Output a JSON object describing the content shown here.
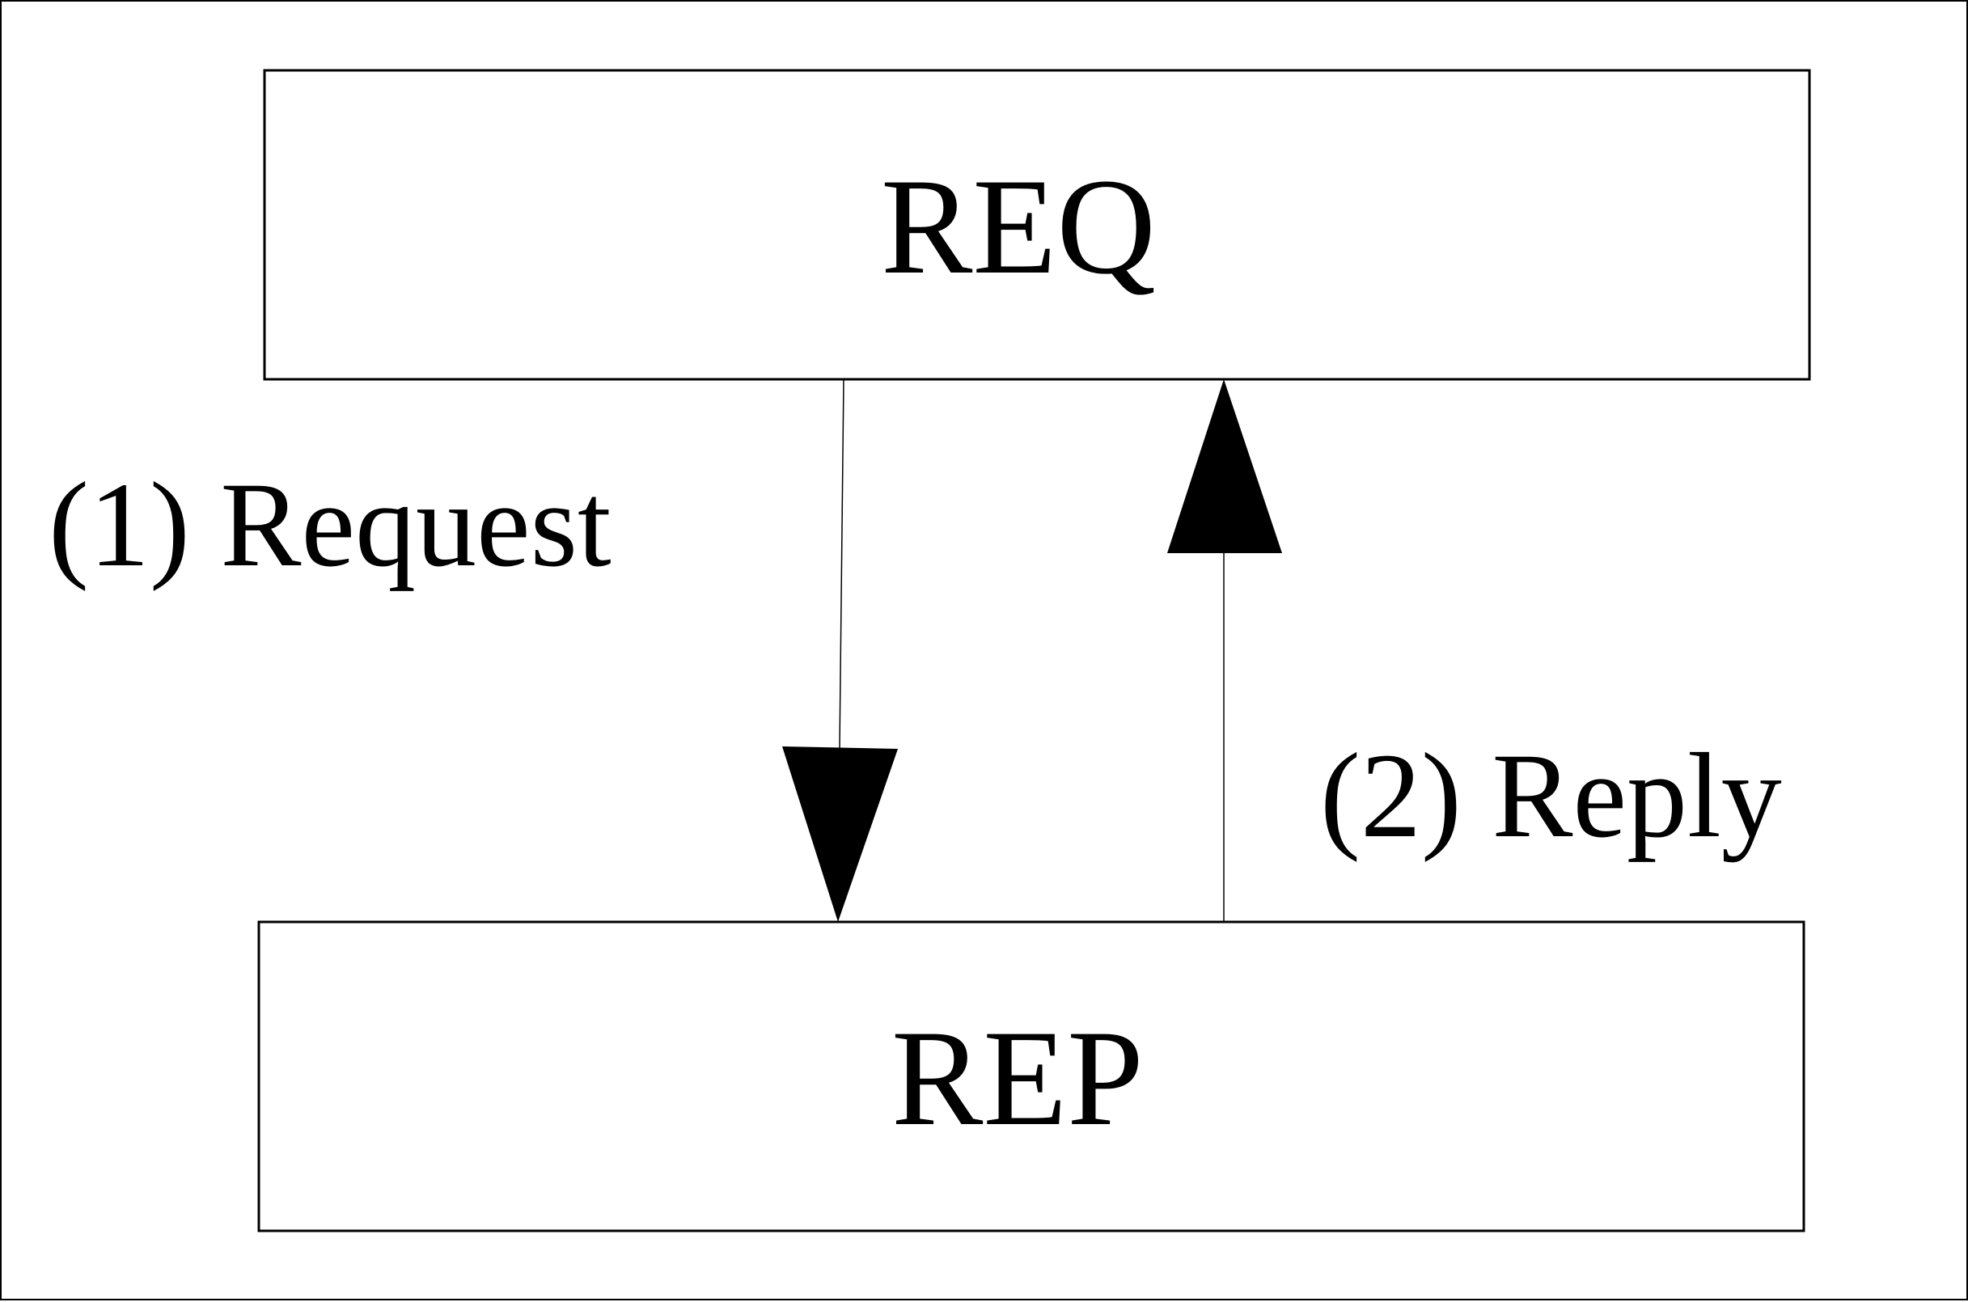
{
  "nodes": {
    "top": {
      "label": "REQ"
    },
    "bottom": {
      "label": "REP"
    }
  },
  "edges": {
    "request": {
      "label": "(1) Request",
      "from": "REQ",
      "to": "REP"
    },
    "reply": {
      "label": "(2) Reply",
      "from": "REP",
      "to": "REQ"
    }
  },
  "colors": {
    "stroke": "#000000",
    "background": "#ffffff"
  }
}
